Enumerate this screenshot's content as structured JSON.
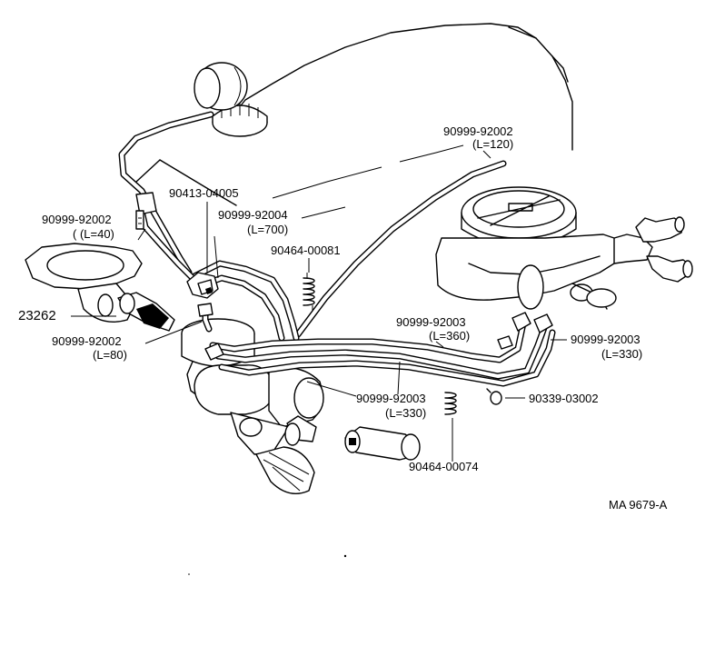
{
  "labels": {
    "hose_top_right_part": "90999-92002",
    "hose_top_right_len": "(L=120)",
    "clamp_part": "90413-04005",
    "hose_left_part": "90999-92002",
    "hose_left_len": "( (L=40)",
    "hose_mid_part": "90999-92004",
    "hose_mid_len": "(L=700)",
    "spring_upper_part": "90464-00081",
    "switch_part": "23262",
    "hose_small_part": "90999-92002",
    "hose_small_len": "(L=80)",
    "hose_center_part": "90999-92003",
    "hose_center_len": "(L=360)",
    "hose_right_part": "90999-92003",
    "hose_right_len": "(L=330)",
    "hose_lower_part": "90999-92003",
    "hose_lower_len": "(L=330)",
    "clip_part": "90339-03002",
    "spring_lower_part": "90464-00074",
    "figure_code": "MA  9679-A"
  }
}
